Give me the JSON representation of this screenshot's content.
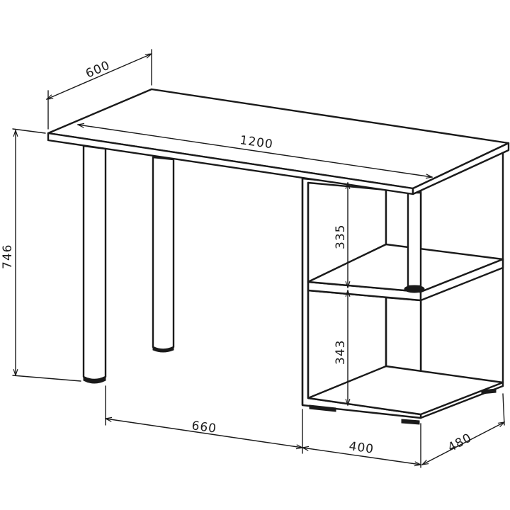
{
  "dimensions": {
    "depth_top": "600",
    "width_total": "1200",
    "height_total": "746",
    "shelf_upper": "335",
    "shelf_lower": "343",
    "leg_span": "660",
    "cabinet_width": "400",
    "cabinet_depth": "480"
  },
  "colors": {
    "line": "#1a1a1a",
    "background": "#ffffff"
  }
}
